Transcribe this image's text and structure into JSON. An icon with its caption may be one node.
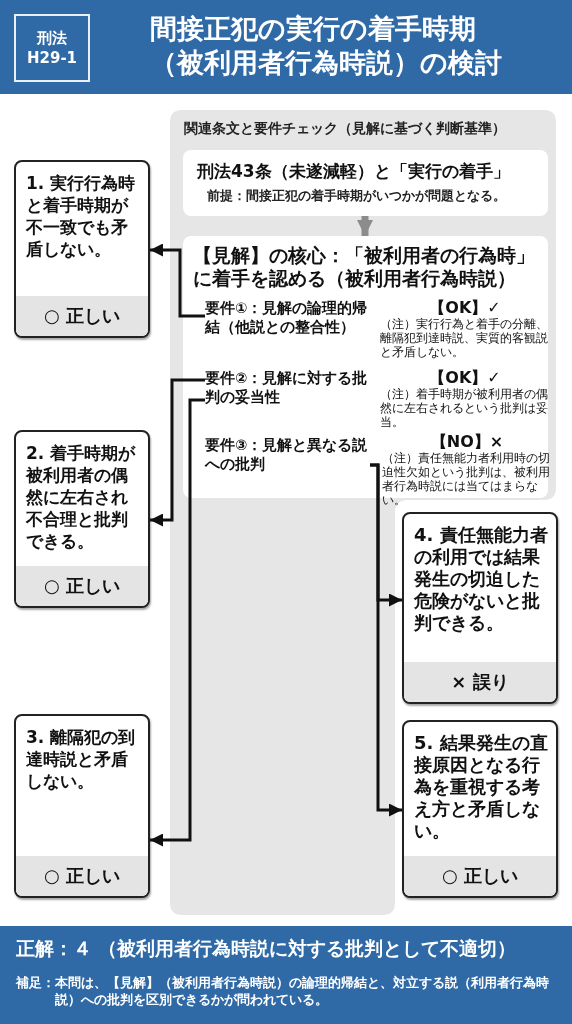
{
  "diagram": {
    "title": "間接正犯の実行の着手時期（被利用者行為時説）の検討",
    "nodes": [
      {
        "text": [
          "刑法 H29-1"
        ]
      },
      {
        "text": [
          "関連条文と要件チェック（見解に基づく判断基準）"
        ]
      },
      {
        "text": [
          "刑法43条（未遂減軽）と「実行の着手」",
          "前提：間接正犯の着手時期がいつかが問題となる。"
        ],
        "in": 1
      },
      {
        "text": [
          "【見解】の核心：「被利用者の行為時」に着手を認める（被利用者行為時説）"
        ],
        "in": 1
      },
      {
        "text": [
          "要件①：見解の論理的帰結（他説との整合性）"
        ],
        "in": 3,
        "beside": [
          "【OK】✓",
          "（注）実行行為と着手の分離、離隔犯到達時説、実質的客観説と矛盾しない。"
        ]
      },
      {
        "text": [
          "要件②：見解に対する批判の妥当性"
        ],
        "in": 3,
        "beside": [
          "【OK】✓",
          "（注）着手時期が被利用者の偶然に左右されるという批判は妥当。"
        ]
      },
      {
        "text": [
          "要件③：見解と異なる説への批判"
        ],
        "in": 3,
        "beside": [
          "【NO】×",
          "（注）責任無能力者利用時の切迫性欠如という批判は、被利用者行為時説には当てはまらない。"
        ]
      },
      {
        "text": [
          "1. 実行行為時と着手時期が不一致でも矛盾しない。",
          "○ 正しい"
        ]
      },
      {
        "text": [
          "2. 着手時期が被利用者の偶然に左右され不合理と批判できる。",
          "○ 正しい"
        ]
      },
      {
        "text": [
          "3. 離隔犯の到達時説と矛盾しない。",
          "○ 正しい"
        ]
      },
      {
        "text": [
          "4. 責任無能力者の利用では結果発生の切迫した危険がないと批判できる。",
          "× 誤り"
        ]
      },
      {
        "text": [
          "5. 結果発生の直接原因となる行為を重視する考え方と矛盾しない。",
          "○ 正しい"
        ]
      }
    ],
    "edges": [
      {
        "from": 2,
        "to": 3,
        "arrow": "to",
        "style": "thick",
        "color": "#8c8c8c"
      },
      {
        "from": 4,
        "to": 7,
        "arrow": "to"
      },
      {
        "from": 5,
        "to": 8,
        "arrow": "to"
      },
      {
        "from": 5,
        "to": 9,
        "arrow": "to"
      },
      {
        "from": 6,
        "to": 10,
        "arrow": "to"
      },
      {
        "from": 6,
        "to": 11,
        "arrow": "to"
      }
    ],
    "labels": [
      "正解：４ （被利用者行為時説に対する批判として不適切）",
      "補足：本問は、【見解】（被利用者行為時説）の論理的帰結と、対立する説（利用者行為時説）への批判を区別できるかが問われている。"
    ]
  }
}
